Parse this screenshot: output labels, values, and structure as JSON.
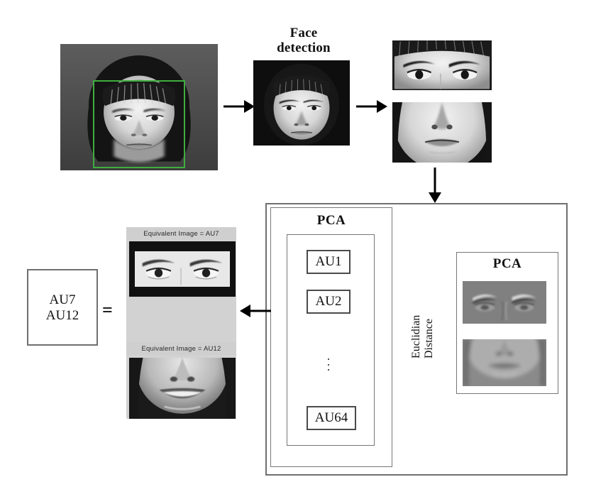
{
  "figure": {
    "type": "pipeline-diagram",
    "title_steps": {
      "face_detection": "Face\ndetection"
    }
  },
  "labels": {
    "face_detection_line1": "Face",
    "face_detection_line2": "detection",
    "pca_left": "PCA",
    "pca_right": "PCA",
    "euclidian_line1": "Euclidian",
    "euclidian_line2": "Distance",
    "vertical_dots": "⋮",
    "equals_sign": "=",
    "result_line1": "AU7",
    "result_line2": "AU12",
    "equivalent_image_au7": "Equivalent Image = AU7",
    "equivalent_image_au12": "Equivalent Image = AU12"
  },
  "au_units": [
    {
      "id": "au1",
      "label": "AU1"
    },
    {
      "id": "au2",
      "label": "AU2"
    },
    {
      "id": "au64",
      "label": "AU64"
    }
  ],
  "images": {
    "input_face": {
      "caption": "",
      "has_detection_box": true
    },
    "cropped_face": {
      "caption": ""
    },
    "split_face_eyes": {
      "caption": ""
    },
    "split_face_mouth": {
      "caption": ""
    },
    "eigen_eyes": {
      "caption": ""
    },
    "eigen_mouth": {
      "caption": ""
    },
    "equivalent_eyes": {
      "caption": "Equivalent Image = AU7"
    },
    "equivalent_mouth": {
      "caption": "Equivalent Image = AU12"
    }
  },
  "colors": {
    "detection_box": "#3fae3f",
    "box_border": "#6f6f6f",
    "au_box_border": "#4a4a4a",
    "arrow": "#000000",
    "caption_bg": "#cfcfcf",
    "panel_bg": "#d2d2d2",
    "text": "#111111"
  }
}
